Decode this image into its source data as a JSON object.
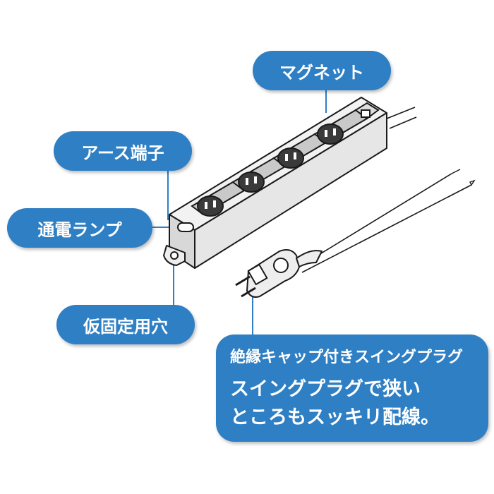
{
  "labels": {
    "magnet": "マグネット",
    "earth_terminal": "アース端子",
    "power_lamp": "通電ランプ",
    "mount_hole": "仮固定用穴"
  },
  "callout": {
    "title": "絶縁キャップ付きスイングプラグ",
    "line1": "スイングプラグで狭い",
    "line2": "ところもスッキリ配線。"
  },
  "colors": {
    "accent": "#2f7fc4",
    "line": "#1a1a1a"
  }
}
